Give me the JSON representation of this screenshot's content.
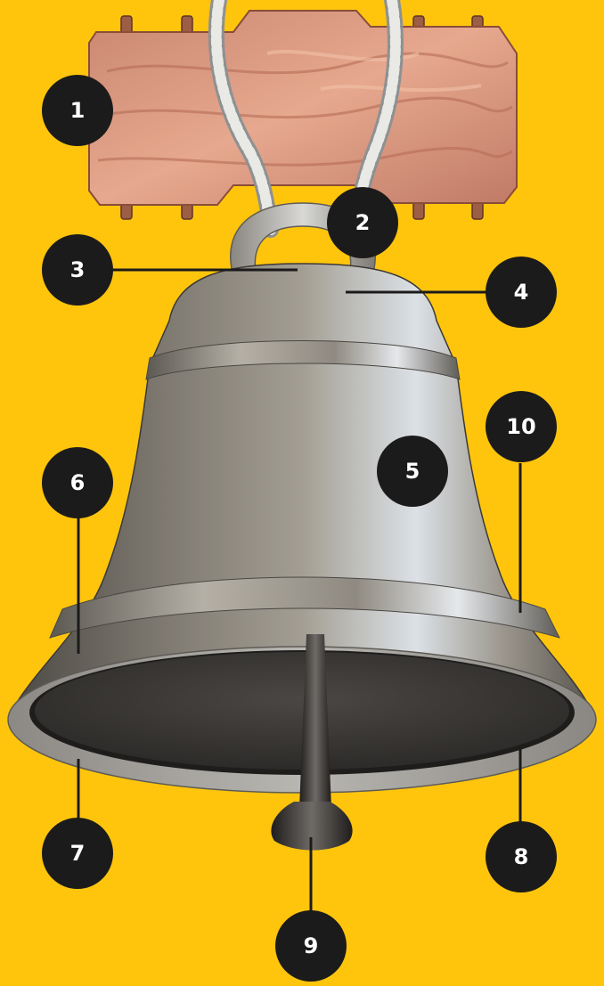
{
  "colors": {
    "background": "#FFC50D",
    "marker_fill": "#1C1B1B",
    "marker_text": "#FFFFFF",
    "leader_line": "#1C1B1B",
    "yoke_wood": "#D9977C",
    "bell_metal": "#8E8A84"
  },
  "markers": [
    {
      "id": "1",
      "label": "1"
    },
    {
      "id": "2",
      "label": "2"
    },
    {
      "id": "3",
      "label": "3"
    },
    {
      "id": "4",
      "label": "4"
    },
    {
      "id": "5",
      "label": "5"
    },
    {
      "id": "6",
      "label": "6"
    },
    {
      "id": "7",
      "label": "7"
    },
    {
      "id": "8",
      "label": "8"
    },
    {
      "id": "9",
      "label": "9"
    },
    {
      "id": "10",
      "label": "10"
    }
  ]
}
